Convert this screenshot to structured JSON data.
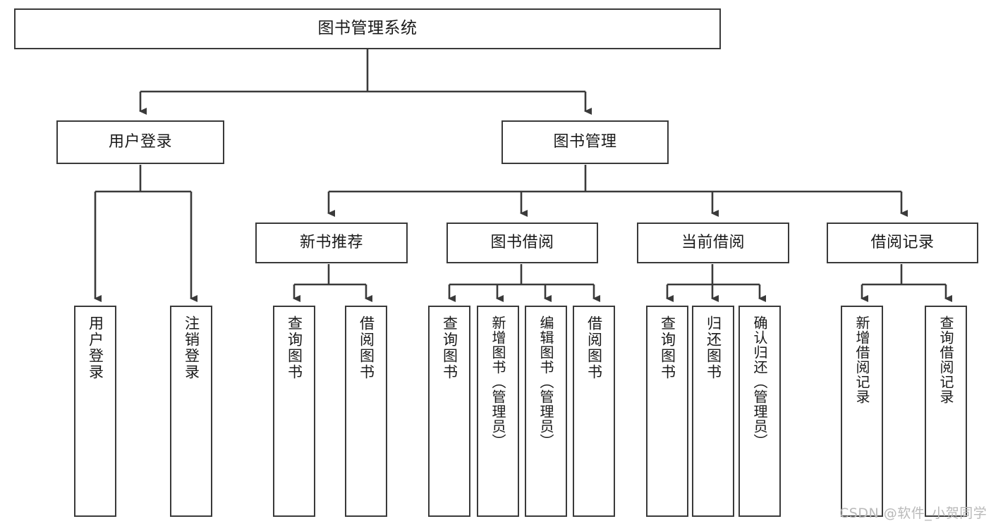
{
  "diagram": {
    "title": "图书管理系统",
    "type": "hierarchy-tree",
    "orientation": "top-down",
    "line_color": "#3a3a3a",
    "box_fill": "#ffffff",
    "text_color": "#1a1a1a"
  },
  "root": {
    "label": "图书管理系统"
  },
  "level2": [
    {
      "label": "用户登录"
    },
    {
      "label": "图书管理"
    }
  ],
  "level3": [
    {
      "label": "新书推荐"
    },
    {
      "label": "图书借阅"
    },
    {
      "label": "当前借阅"
    },
    {
      "label": "借阅记录"
    }
  ],
  "leaves": {
    "user_login": [
      {
        "label": "用户登录"
      },
      {
        "label": "注销登录"
      }
    ],
    "new_book": [
      {
        "label": "查询图书"
      },
      {
        "label": "借阅图书"
      }
    ],
    "book_borrow": [
      {
        "label": "查询图书"
      },
      {
        "label": "新增图书（管理员）"
      },
      {
        "label": "编辑图书（管理员）"
      },
      {
        "label": "借阅图书"
      }
    ],
    "current_borrow": [
      {
        "label": "查询图书"
      },
      {
        "label": "归还图书"
      },
      {
        "label": "确认归还（管理员）"
      }
    ],
    "borrow_record": [
      {
        "label": "新增借阅记录"
      },
      {
        "label": "查询借阅记录"
      }
    ]
  },
  "watermark": {
    "text": "CSDN @软件_小贺同学"
  }
}
